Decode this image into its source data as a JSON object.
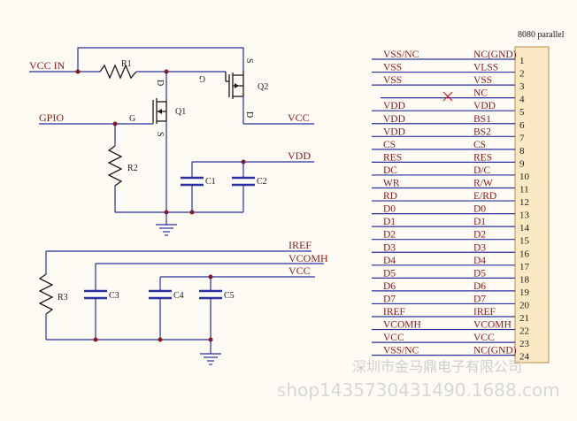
{
  "labels": {
    "vcc_in": "VCC IN",
    "gpio": "GPIO",
    "vcc_out": "VCC",
    "vdd": "VDD",
    "iref": "IREF",
    "vcomh": "VCOMH",
    "vcc_bottom": "VCC",
    "r1": "R1",
    "r2": "R2",
    "r3": "R3",
    "q1": "Q1",
    "q2": "Q2",
    "c1": "C1",
    "c2": "C2",
    "c3": "C3",
    "c4": "C4",
    "c5": "C5",
    "q1_g": "G",
    "q1_d": "D",
    "q1_s": "S",
    "q2_g": "G",
    "q2_s": "S",
    "q2_d": "D"
  },
  "connector": {
    "title": "8080 parallel",
    "pins": [
      {
        "num": "1",
        "left": "VSS/NC",
        "right": "NC(GND)"
      },
      {
        "num": "2",
        "left": "VSS",
        "right": "VLSS"
      },
      {
        "num": "3",
        "left": "VSS",
        "right": "VSS"
      },
      {
        "num": "4",
        "left": "",
        "right": "NC"
      },
      {
        "num": "5",
        "left": "VDD",
        "right": "VDD"
      },
      {
        "num": "6",
        "left": "VDD",
        "right": "BS1"
      },
      {
        "num": "7",
        "left": "VDD",
        "right": "BS2"
      },
      {
        "num": "8",
        "left": "CS",
        "right": "CS"
      },
      {
        "num": "9",
        "left": "RES",
        "right": "RES"
      },
      {
        "num": "10",
        "left": "DC",
        "right": "D/C"
      },
      {
        "num": "11",
        "left": "WR",
        "right": "R/W"
      },
      {
        "num": "12",
        "left": "RD",
        "right": "E/RD"
      },
      {
        "num": "13",
        "left": "D0",
        "right": "D0"
      },
      {
        "num": "14",
        "left": "D1",
        "right": "D1"
      },
      {
        "num": "15",
        "left": "D2",
        "right": "D2"
      },
      {
        "num": "16",
        "left": "D3",
        "right": "D3"
      },
      {
        "num": "17",
        "left": "D4",
        "right": "D4"
      },
      {
        "num": "18",
        "left": "D5",
        "right": "D5"
      },
      {
        "num": "19",
        "left": "D6",
        "right": "D6"
      },
      {
        "num": "20",
        "left": "D7",
        "right": "D7"
      },
      {
        "num": "21",
        "left": "IREF",
        "right": "IREF"
      },
      {
        "num": "22",
        "left": "VCOMH",
        "right": "VCOMH"
      },
      {
        "num": "23",
        "left": "VCC",
        "right": "VCC"
      },
      {
        "num": "24",
        "left": "VSS/NC",
        "right": "NC(GND)"
      }
    ]
  },
  "watermark": {
    "line1": "深圳市金马鼎电子有限公司",
    "line2": "shop1435730431490.1688.com"
  },
  "colors": {
    "wire": "#2b2fa0",
    "label": "#8b1a1a",
    "connector_fill": "#fbe9c4",
    "connector_stroke": "#c08a4a",
    "nc_mark": "#d62020"
  }
}
